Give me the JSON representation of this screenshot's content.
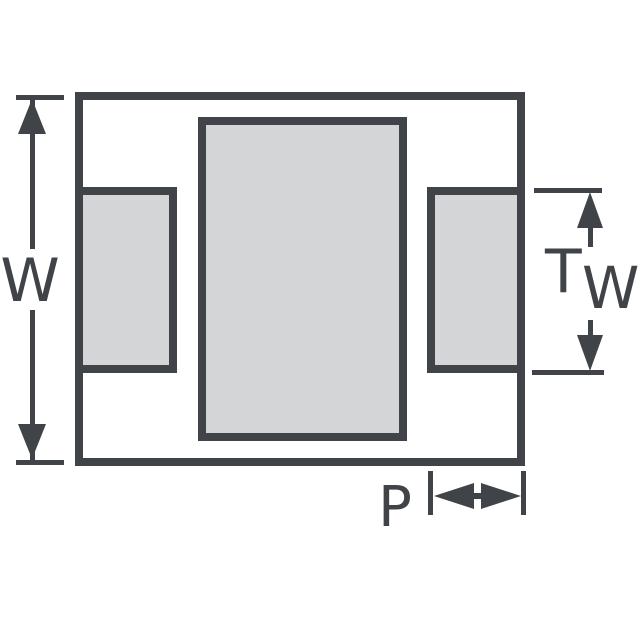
{
  "colors": {
    "background": "#ffffff",
    "stroke": "#404347",
    "pad_fill": "#d3d5d6"
  },
  "diagram": {
    "type": "package-footprint-dimension-drawing",
    "dimensions": {
      "overall_width": {
        "label": "W"
      },
      "terminal_width": {
        "label_main": "T",
        "label_sub": "W"
      },
      "pitch": {
        "label": "P"
      }
    }
  }
}
